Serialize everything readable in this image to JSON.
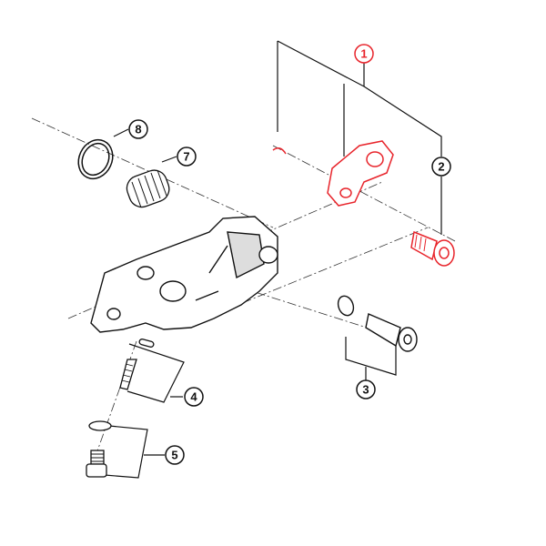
{
  "diagram": {
    "type": "exploded-parts-view",
    "colors": {
      "highlight": "#e8242b",
      "line": "#111111",
      "part_fill": "#ffffff"
    },
    "callouts": [
      {
        "id": "1",
        "label": "1",
        "highlighted": true
      },
      {
        "id": "2",
        "label": "2",
        "highlighted": false
      },
      {
        "id": "3",
        "label": "3",
        "highlighted": false
      },
      {
        "id": "4",
        "label": "4",
        "highlighted": false
      },
      {
        "id": "5",
        "label": "5",
        "highlighted": false
      },
      {
        "id": "7",
        "label": "7",
        "highlighted": false
      },
      {
        "id": "8",
        "label": "8",
        "highlighted": false
      }
    ]
  }
}
